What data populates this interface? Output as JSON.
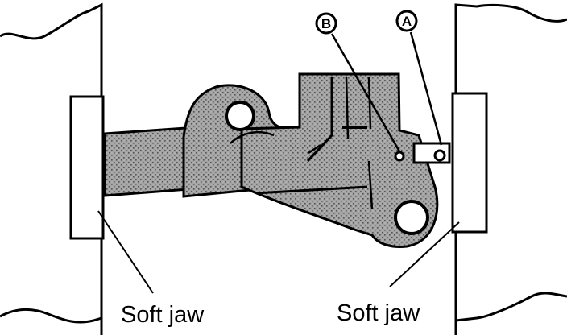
{
  "labels": {
    "soft_jaw_left": "Soft jaw",
    "soft_jaw_right": "Soft jaw"
  },
  "callouts": {
    "a": "A",
    "b": "B"
  },
  "colors": {
    "ink": "#000000",
    "paper": "#ffffff",
    "shade": "#9a9a9a"
  }
}
